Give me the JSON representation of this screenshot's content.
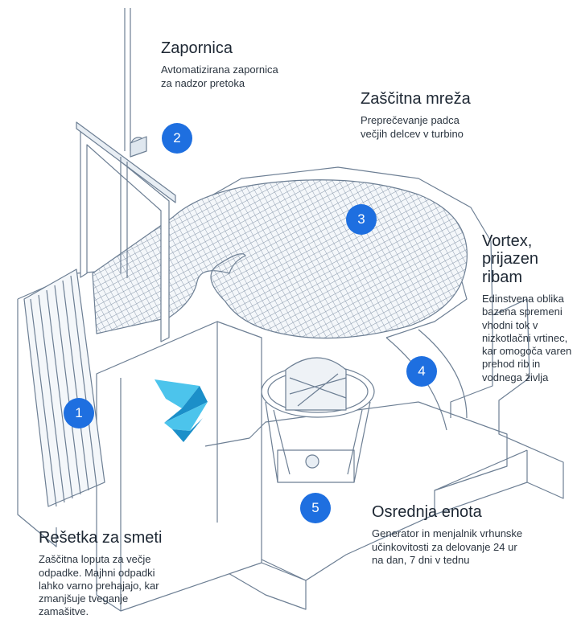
{
  "callouts": [
    {
      "number": "1",
      "title": "Rešetka za smeti",
      "text": "Zaščitna loputa za večje\nodpadke. Majhni odpadki\nlahko varno prehajajo, kar\nzmanjšuje tveganje\nzamašitve."
    },
    {
      "number": "2",
      "title": "Zapornica",
      "text": "Avtomatizirana zapornica\nza nadzor pretoka"
    },
    {
      "number": "3",
      "title": "Zaščitna mreža",
      "text": "Preprečevanje padca\nvečjih delcev v turbino"
    },
    {
      "number": "4",
      "title": "Vortex,\nprijazen ribam",
      "text": "Edinstvena oblika\nbazena spremeni\nvhodni tok v\nnizkotlačni vrtinec,\nkar omogoča varen\nprehod rib in\nvodnega življa"
    },
    {
      "number": "5",
      "title": "Osrednja enota",
      "text": "Generator in menjalnik vrhunske\nučinkovitosti za delovanje 24 ur\nna dan, 7 dni v tednu"
    }
  ],
  "colors": {
    "line": "#6d7f94",
    "badge": "#1e6fe0",
    "logo_light": "#4cc4ec",
    "logo_dark": "#1b8fc9"
  },
  "icons": [
    "brand-logo-icon"
  ]
}
